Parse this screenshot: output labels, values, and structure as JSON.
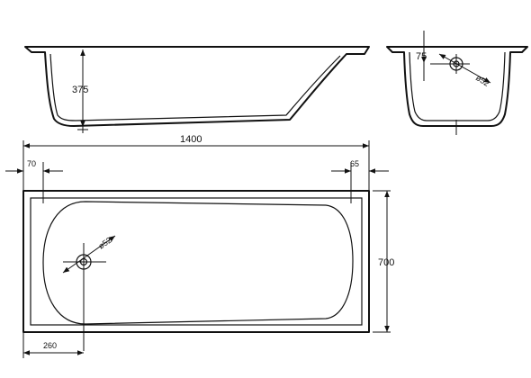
{
  "colors": {
    "line": "#111111",
    "background": "#ffffff"
  },
  "dimensions": {
    "length": "1400",
    "width": "700",
    "depth": "375",
    "drain_offset_end": "70",
    "overflow_offset_end": "65",
    "drain_offset_side": "260",
    "overflow_height": "75",
    "drain_diameter": "ø52",
    "overflow_diameter": "ø52"
  }
}
